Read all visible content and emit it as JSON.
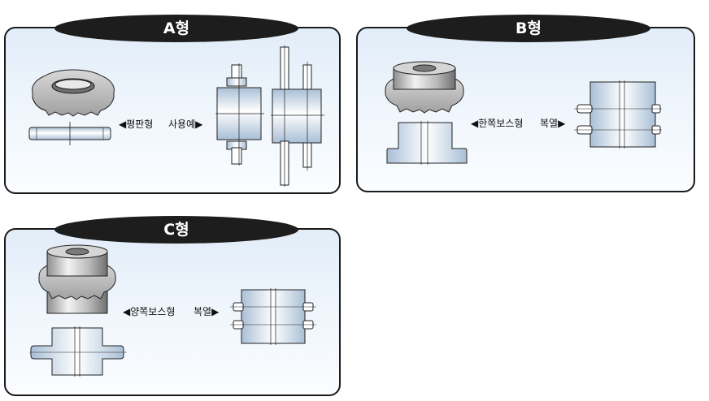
{
  "panels": {
    "a": {
      "title": "A형",
      "label_left": "◀평판형",
      "label_right": "사용예▶"
    },
    "b": {
      "title": "B형",
      "label_left": "◀한쪽보스형",
      "label_right": "복열▶"
    },
    "c": {
      "title": "C형",
      "label_left": "◀양쪽보스형",
      "label_right": "복열▶"
    }
  },
  "colors": {
    "panel_border": "#1a1a1a",
    "tab_fill": "#1d1d1d",
    "tab_text": "#ffffff",
    "part_fill": "#c8d9ea",
    "part_highlight": "#ffffff"
  }
}
